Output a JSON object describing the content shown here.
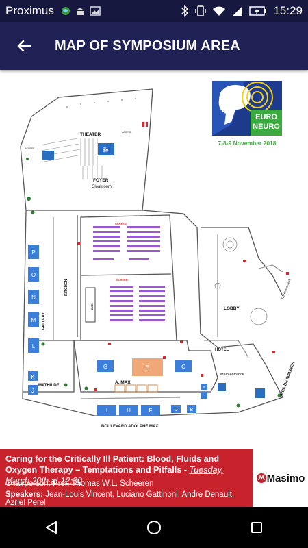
{
  "status_bar": {
    "carrier": "Proximus",
    "time": "15:29"
  },
  "app_bar": {
    "title": "MAP OF SYMPOSIUM AREA",
    "back_icon": "back-arrow-icon"
  },
  "map": {
    "logo_line1": "EURO",
    "logo_line2": "NEURO",
    "event_date": "7-8-9 November 2018",
    "areas": {
      "theater": "THEATER",
      "foyer": "FOYER",
      "cloakroom": "Cloakroom",
      "kitchen": "KITCHEN",
      "gallery": "GALLERY",
      "lobby": "LOBBY",
      "hotel": "HOTEL",
      "main_entrance": "Main entrance",
      "a_max": "A. MAX",
      "mathilde": "MATHILDE",
      "boulevard": "BOULEVARD ADOLPHE MAX",
      "rue": "RUE DE MALINES",
      "screen": "SCREEN",
      "bar": "BAR",
      "access": "ACCESS",
      "reception_desk": "Reception desk"
    },
    "booths": {
      "gallery_column": [
        "P",
        "O",
        "N",
        "M",
        "L"
      ],
      "mathilde_column": [
        "K",
        "J"
      ],
      "a_max_row": [
        "G",
        "E",
        "C"
      ],
      "front_row": [
        "I",
        "H",
        "F",
        "D",
        "B"
      ],
      "right_side": "A"
    },
    "colors": {
      "booth_blue": "#3b7fd8",
      "booth_orange": "#f0a878",
      "seat_purple": "#9b59d0",
      "accent_red": "#d9262c"
    }
  },
  "banner": {
    "title": "Caring for the Critically Ill Patient: Blood, Fluids and Oxygen Therapy – Temptations and Pitfalls - ",
    "date": "Tuesday, March 20th at 12:30",
    "chair": "Chairperson: Prof. Thomas W.L. Scheeren",
    "speakers_label": "Speakers:",
    "speakers": "Jean-Louis Vincent, Luciano Gattinoni, Andre Denault, Azriel Perel",
    "sponsor": "Masimo"
  },
  "nav_bar": {
    "back": "triangle-back-icon",
    "home": "circle-home-icon",
    "recent": "square-recent-icon"
  }
}
